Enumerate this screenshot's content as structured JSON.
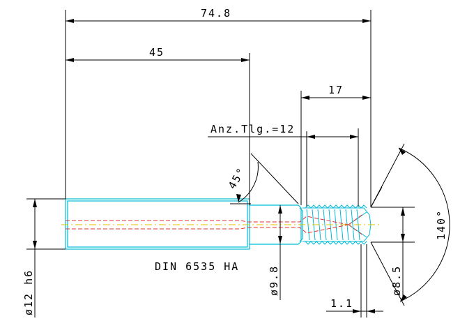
{
  "drawing": {
    "dimensions": {
      "overall_length": "74.8",
      "shank_length": "45",
      "thread_length": "17",
      "tooth_count_label": "Anz.Tlg.=12",
      "chamfer_angle": "45°",
      "point_angle": "140°",
      "shank_diameter": "ø12 h6",
      "neck_diameter": "ø9.8",
      "tip_diameter": "ø8.5",
      "tip_offset": "1.1"
    },
    "designation": "DIN 6535 HA",
    "colors": {
      "tool_outline": "#00bcd4",
      "coolant_channel": "#e03030",
      "center_line": "#e0c000",
      "dimension_lines": "#000000"
    }
  }
}
